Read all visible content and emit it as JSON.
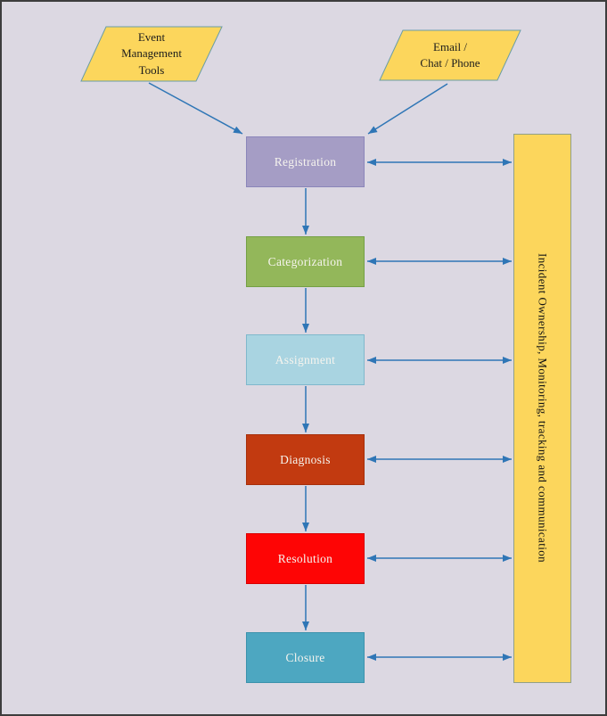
{
  "colors": {
    "background": "#dcd8e2",
    "frame_border": "#3d3d3d",
    "arrow": "#2f76b6"
  },
  "sources": [
    {
      "name": "event-management-tools",
      "lines": [
        "Event",
        "Management",
        "Tools"
      ],
      "fill": "#fcd65c",
      "stroke": "#6a9da5"
    },
    {
      "name": "email-chat-phone",
      "lines": [
        "Email /",
        "Chat / Phone"
      ],
      "fill": "#fcd65c",
      "stroke": "#6a9da5"
    }
  ],
  "steps": [
    {
      "label": "Registration",
      "fill": "#a59dc5",
      "stroke": "#8b86ba"
    },
    {
      "label": "Categorization",
      "fill": "#93b75a",
      "stroke": "#74a045"
    },
    {
      "label": "Assignment",
      "fill": "#a9d4e1",
      "stroke": "#7fb8cc"
    },
    {
      "label": "Diagnosis",
      "fill": "#c23a10",
      "stroke": "#a62f0a"
    },
    {
      "label": "Resolution",
      "fill": "#fe0505",
      "stroke": "#d90000"
    },
    {
      "label": "Closure",
      "fill": "#4da7c1",
      "stroke": "#3c92ac"
    }
  ],
  "sidebar": {
    "label": "Incident Ownership, Monitoring, tracking and communication",
    "fill": "#fcd65c",
    "stroke": "#91a087"
  }
}
